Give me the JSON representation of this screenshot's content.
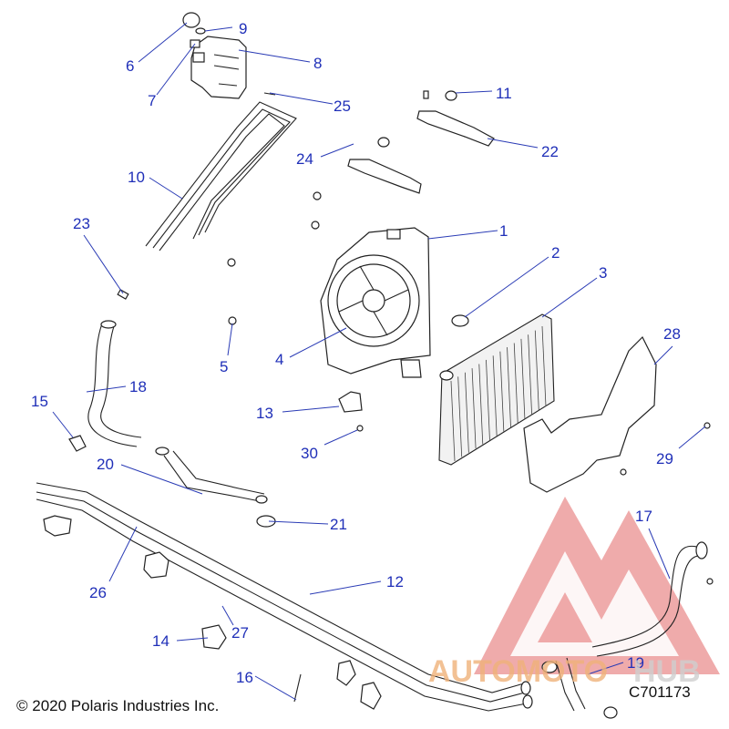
{
  "callouts": [
    {
      "id": "c1",
      "label": "1"
    },
    {
      "id": "c2",
      "label": "2"
    },
    {
      "id": "c3",
      "label": "3"
    },
    {
      "id": "c4",
      "label": "4"
    },
    {
      "id": "c5",
      "label": "5"
    },
    {
      "id": "c6",
      "label": "6"
    },
    {
      "id": "c7",
      "label": "7"
    },
    {
      "id": "c8",
      "label": "8"
    },
    {
      "id": "c9",
      "label": "9"
    },
    {
      "id": "c10",
      "label": "10"
    },
    {
      "id": "c11",
      "label": "11"
    },
    {
      "id": "c12",
      "label": "12"
    },
    {
      "id": "c13",
      "label": "13"
    },
    {
      "id": "c14",
      "label": "14"
    },
    {
      "id": "c15",
      "label": "15"
    },
    {
      "id": "c16",
      "label": "16"
    },
    {
      "id": "c17",
      "label": "17"
    },
    {
      "id": "c18",
      "label": "18"
    },
    {
      "id": "c19",
      "label": "19"
    },
    {
      "id": "c20",
      "label": "20"
    },
    {
      "id": "c21",
      "label": "21"
    },
    {
      "id": "c22",
      "label": "22"
    },
    {
      "id": "c23",
      "label": "23"
    },
    {
      "id": "c24",
      "label": "24"
    },
    {
      "id": "c25",
      "label": "25"
    },
    {
      "id": "c26",
      "label": "26"
    },
    {
      "id": "c27",
      "label": "27"
    },
    {
      "id": "c28",
      "label": "28"
    },
    {
      "id": "c29",
      "label": "29"
    },
    {
      "id": "c30",
      "label": "30"
    }
  ],
  "copyright": "© 2020 Polaris Industries Inc.",
  "figure_number": "C701173",
  "watermark": {
    "part_a": "AUTOMOTO",
    "part_b": "HUB",
    "color_main": "#f0b27a",
    "color_accent": "#d9d9d9",
    "logo_color": "#e57373"
  },
  "colors": {
    "callout": "#1f2fb8",
    "line": "#222222"
  }
}
